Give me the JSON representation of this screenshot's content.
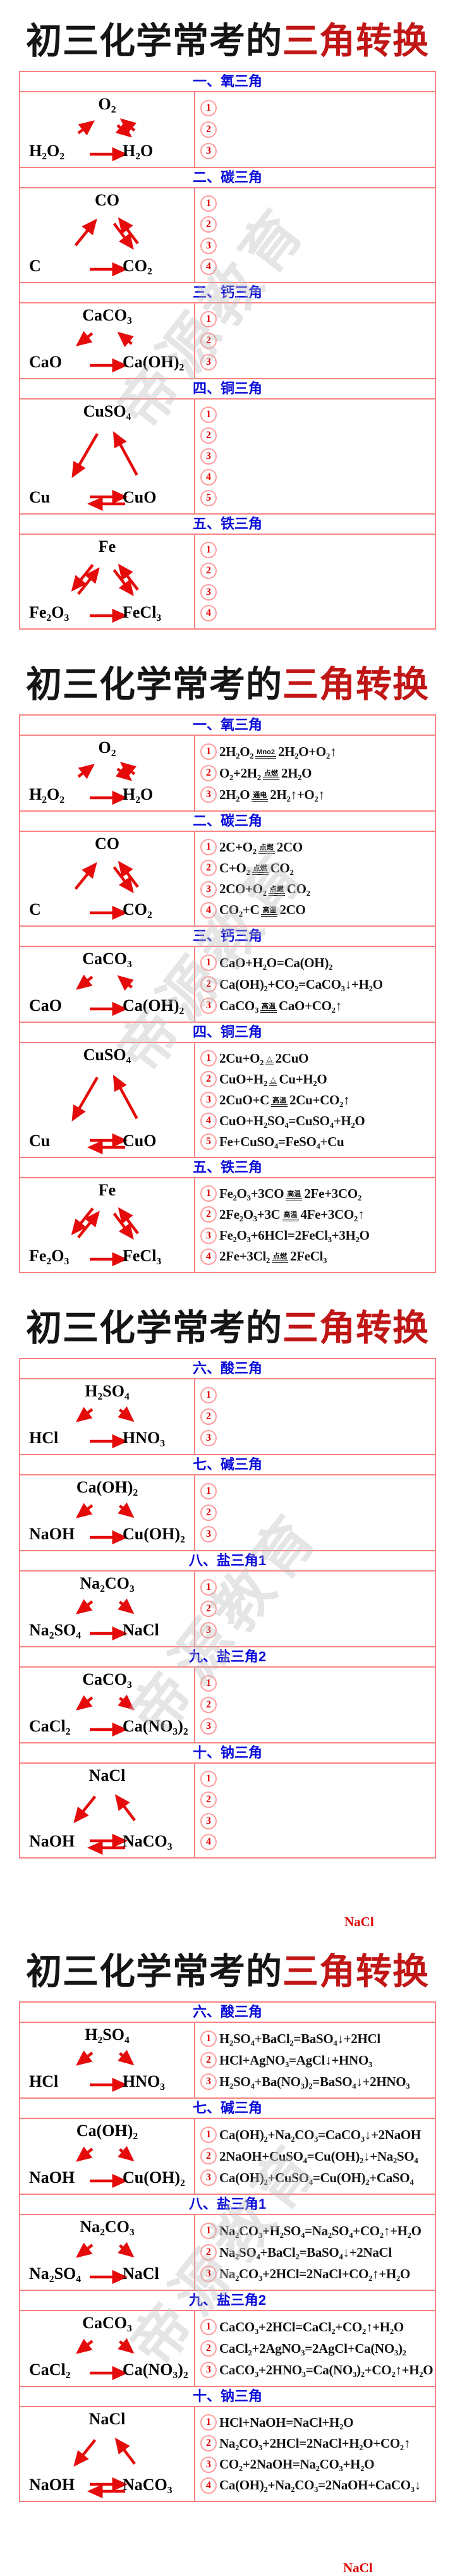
{
  "title": {
    "black": "初三化学常考的",
    "red": "三角转换"
  },
  "watermark_text": "帝源教育",
  "colors": {
    "table_border": "#f98383",
    "section_header_blue": "#0b0bd9",
    "arrow_red": "#e50b0b",
    "title_red": "#c11616",
    "number_red": "#e00000",
    "circle_ring_pink": "#ff9d9d",
    "watermark_gray": "#bdbdbd"
  },
  "circled_numbers": [
    "1",
    "2",
    "3",
    "4",
    "5"
  ],
  "pages": [
    {
      "name": "page-1-triangles-blank",
      "sections": [
        {
          "header": "一、氧三角",
          "triangle": {
            "top": "O₂",
            "bl": "H₂O₂",
            "br": "H₂O",
            "arrows": [
              {
                "from": "bl",
                "to": "top",
                "double": false
              },
              {
                "from": "top",
                "to": "br",
                "double": true
              },
              {
                "from": "bl",
                "to": "br",
                "double": false
              }
            ]
          },
          "items": [
            "",
            "",
            ""
          ]
        },
        {
          "header": "二、碳三角",
          "triangle": {
            "top": "CO",
            "bl": "C",
            "br": "CO₂",
            "arrows": [
              {
                "from": "bl",
                "to": "top",
                "double": false
              },
              {
                "from": "top",
                "to": "br",
                "double": true
              },
              {
                "from": "bl",
                "to": "br",
                "double": false
              }
            ]
          },
          "items": [
            "",
            "",
            "",
            ""
          ]
        },
        {
          "header": "三、钙三角",
          "triangle": {
            "top": "CaCO₃",
            "bl": "CaO",
            "br": "Ca(OH)₂",
            "arrows": [
              {
                "from": "top",
                "to": "bl",
                "double": false
              },
              {
                "from": "br",
                "to": "top",
                "double": false
              },
              {
                "from": "bl",
                "to": "br",
                "double": false
              }
            ]
          },
          "items": [
            "",
            "",
            ""
          ]
        },
        {
          "header": "四、铜三角",
          "triangle": {
            "top": "CuSO₄",
            "bl": "Cu",
            "br": "CuO",
            "arrows": [
              {
                "from": "top",
                "to": "bl",
                "double": false
              },
              {
                "from": "br",
                "to": "top",
                "double": false
              },
              {
                "from": "bl",
                "to": "br",
                "double": true
              }
            ]
          },
          "items": [
            "",
            "",
            "",
            "",
            ""
          ]
        },
        {
          "header": "五、铁三角",
          "triangle": {
            "top": "Fe",
            "bl": "Fe₂O₃",
            "br": "FeCl₃",
            "arrows": [
              {
                "from": "bl",
                "to": "top",
                "double": true
              },
              {
                "from": "top",
                "to": "br",
                "double": true
              },
              {
                "from": "bl",
                "to": "br",
                "double": false
              }
            ]
          },
          "items": [
            "",
            "",
            "",
            ""
          ]
        }
      ]
    },
    {
      "name": "page-2-triangles-answers",
      "sections": [
        {
          "header": "一、氧三角",
          "triangle": {
            "top": "O₂",
            "bl": "H₂O₂",
            "br": "H₂O",
            "arrows": [
              {
                "from": "bl",
                "to": "top",
                "double": false
              },
              {
                "from": "top",
                "to": "br",
                "double": true
              },
              {
                "from": "bl",
                "to": "br",
                "double": false
              }
            ]
          },
          "items": [
            "2H₂O₂{Mno2}2H₂O+O₂↑",
            "O₂+2H₂{点燃}2H₂O",
            "2H₂O{通电}2H₂↑+O₂↑"
          ]
        },
        {
          "header": "二、碳三角",
          "triangle": {
            "top": "CO",
            "bl": "C",
            "br": "CO₂",
            "arrows": [
              {
                "from": "bl",
                "to": "top",
                "double": false
              },
              {
                "from": "top",
                "to": "br",
                "double": true
              },
              {
                "from": "bl",
                "to": "br",
                "double": false
              }
            ]
          },
          "items": [
            "2C+O₂{点燃}2CO",
            "C+O₂{点燃}CO₂",
            "2CO+O₂{点燃}CO₂",
            "CO₂+C{高温}2CO"
          ]
        },
        {
          "header": "三、钙三角",
          "triangle": {
            "top": "CaCO₃",
            "bl": "CaO",
            "br": "Ca(OH)₂",
            "arrows": [
              {
                "from": "top",
                "to": "bl",
                "double": false
              },
              {
                "from": "br",
                "to": "top",
                "double": false
              },
              {
                "from": "bl",
                "to": "br",
                "double": false
              }
            ]
          },
          "items": [
            "CaO+H₂O=Ca(OH)₂",
            "Ca(OH)₂+CO₂=CaCO₃↓+H₂O",
            "CaCO₃{高温}CaO+CO₂↑"
          ]
        },
        {
          "header": "四、铜三角",
          "triangle": {
            "top": "CuSO₄",
            "bl": "Cu",
            "br": "CuO",
            "arrows": [
              {
                "from": "top",
                "to": "bl",
                "double": false
              },
              {
                "from": "br",
                "to": "top",
                "double": false
              },
              {
                "from": "bl",
                "to": "br",
                "double": true
              }
            ]
          },
          "items": [
            "2Cu+O₂{△}2CuO",
            "CuO+H₂{△}Cu+H₂O",
            "2CuO+C{高温}2Cu+CO₂↑",
            "CuO+H₂SO₄=CuSO₄+H₂O",
            "Fe+CuSO₄=FeSO₄+Cu"
          ]
        },
        {
          "header": "五、铁三角",
          "triangle": {
            "top": "Fe",
            "bl": "Fe₂O₃",
            "br": "FeCl₃",
            "arrows": [
              {
                "from": "bl",
                "to": "top",
                "double": true
              },
              {
                "from": "top",
                "to": "br",
                "double": true
              },
              {
                "from": "bl",
                "to": "br",
                "double": false
              }
            ]
          },
          "items": [
            "Fe₂O₃+3CO{高温}2Fe+3CO₂",
            "2Fe₂O₃+3C{高温}4Fe+3CO₂↑",
            "Fe₂O₃+6HCl=2FeCl₃+3H₂O",
            "2Fe+3Cl₂{点燃}2FeCl₃"
          ]
        }
      ]
    },
    {
      "name": "page-3-triangles-blank",
      "stray_label": "NaCl",
      "sections": [
        {
          "header": "六、酸三角",
          "triangle": {
            "top": "H₂SO₄",
            "bl": "HCl",
            "br": "HNO₃",
            "arrows": [
              {
                "from": "top",
                "to": "bl",
                "double": false
              },
              {
                "from": "top",
                "to": "br",
                "double": false
              },
              {
                "from": "bl",
                "to": "br",
                "double": false
              }
            ]
          },
          "items": [
            "",
            "",
            ""
          ]
        },
        {
          "header": "七、碱三角",
          "triangle": {
            "top": "Ca(OH)₂",
            "bl": "NaOH",
            "br": "Cu(OH)₂",
            "arrows": [
              {
                "from": "top",
                "to": "bl",
                "double": false
              },
              {
                "from": "top",
                "to": "br",
                "double": false
              },
              {
                "from": "bl",
                "to": "br",
                "double": false
              }
            ]
          },
          "items": [
            "",
            "",
            ""
          ]
        },
        {
          "header": "八、盐三角1",
          "triangle": {
            "top": "Na₂CO₃",
            "bl": "Na₂SO₄",
            "br": "NaCl",
            "arrows": [
              {
                "from": "top",
                "to": "bl",
                "double": false
              },
              {
                "from": "top",
                "to": "br",
                "double": false
              },
              {
                "from": "bl",
                "to": "br",
                "double": false
              }
            ]
          },
          "items": [
            "",
            "",
            ""
          ]
        },
        {
          "header": "九、盐三角2",
          "triangle": {
            "top": "CaCO₃",
            "bl": "CaCl₂",
            "br": "Ca(NO₃)₂",
            "arrows": [
              {
                "from": "top",
                "to": "bl",
                "double": false
              },
              {
                "from": "top",
                "to": "br",
                "double": false
              },
              {
                "from": "bl",
                "to": "br",
                "double": false
              }
            ]
          },
          "items": [
            "",
            "",
            ""
          ]
        },
        {
          "header": "十、钠三角",
          "triangle": {
            "top": "NaCl",
            "bl": "NaOH",
            "br": "NaCO₃",
            "arrows": [
              {
                "from": "top",
                "to": "bl",
                "double": false
              },
              {
                "from": "br",
                "to": "top",
                "double": false
              },
              {
                "from": "bl",
                "to": "br",
                "double": true
              }
            ]
          },
          "items": [
            "",
            "",
            "",
            ""
          ]
        }
      ]
    },
    {
      "name": "page-4-triangles-answers",
      "stray_label": "NaCl",
      "sections": [
        {
          "header": "六、酸三角",
          "triangle": {
            "top": "H₂SO₄",
            "bl": "HCl",
            "br": "HNO₃",
            "arrows": [
              {
                "from": "top",
                "to": "bl",
                "double": false
              },
              {
                "from": "top",
                "to": "br",
                "double": false
              },
              {
                "from": "bl",
                "to": "br",
                "double": false
              }
            ]
          },
          "items": [
            "H₂SO₄+BaCl₂=BaSO₄↓+2HCl",
            "HCl+AgNO₃=AgCl↓+HNO₃",
            "H₂SO₄+Ba(NO₃)₂=BaSO₄↓+2HNO₃"
          ]
        },
        {
          "header": "七、碱三角",
          "triangle": {
            "top": "Ca(OH)₂",
            "bl": "NaOH",
            "br": "Cu(OH)₂",
            "arrows": [
              {
                "from": "top",
                "to": "bl",
                "double": false
              },
              {
                "from": "top",
                "to": "br",
                "double": false
              },
              {
                "from": "bl",
                "to": "br",
                "double": false
              }
            ]
          },
          "items": [
            "Ca(OH)₂+Na₂CO₃=CaCO₃↓+2NaOH",
            "2NaOH+CuSO₄=Cu(OH)₂↓+Na₂SO₄",
            "Ca(OH)₂+CuSO₄=Cu(OH)₂+CaSO₄"
          ]
        },
        {
          "header": "八、盐三角1",
          "triangle": {
            "top": "Na₂CO₃",
            "bl": "Na₂SO₄",
            "br": "NaCl",
            "arrows": [
              {
                "from": "top",
                "to": "bl",
                "double": false
              },
              {
                "from": "top",
                "to": "br",
                "double": false
              },
              {
                "from": "bl",
                "to": "br",
                "double": false
              }
            ]
          },
          "items": [
            "Na₂CO₃+H₂SO₄=Na₂SO₄+CO₂↑+H₂O",
            "Na₂SO₄+BaCl₂=BaSO₄↓+2NaCl",
            "Na₂CO₃+2HCl=2NaCl+CO₂↑+H₂O"
          ]
        },
        {
          "header": "九、盐三角2",
          "triangle": {
            "top": "CaCO₃",
            "bl": "CaCl₂",
            "br": "Ca(NO₃)₂",
            "arrows": [
              {
                "from": "top",
                "to": "bl",
                "double": false
              },
              {
                "from": "top",
                "to": "br",
                "double": false
              },
              {
                "from": "bl",
                "to": "br",
                "double": false
              }
            ]
          },
          "items": [
            "CaCO₃+2HCl=CaCl₂+CO₂↑+H₂O",
            "CaCl₂+2AgNO₃=2AgCl+Ca(NO₃)₂",
            "CaCO₃+2HNO₃=Ca(NO₃)₂+CO₂↑+H₂O"
          ]
        },
        {
          "header": "十、钠三角",
          "triangle": {
            "top": "NaCl",
            "bl": "NaOH",
            "br": "NaCO₃",
            "arrows": [
              {
                "from": "top",
                "to": "bl",
                "double": false
              },
              {
                "from": "br",
                "to": "top",
                "double": false
              },
              {
                "from": "bl",
                "to": "br",
                "double": true
              }
            ]
          },
          "items": [
            "HCl+NaOH=NaCl+H₂O",
            "Na₂CO₃+2HCl=2NaCl+H₂O+CO₂↑",
            "CO₂+2NaOH=Na₂CO₃+H₂O",
            "Ca(OH)₂+Na₂CO₃=2NaOH+CaCO₃↓"
          ]
        }
      ]
    }
  ]
}
